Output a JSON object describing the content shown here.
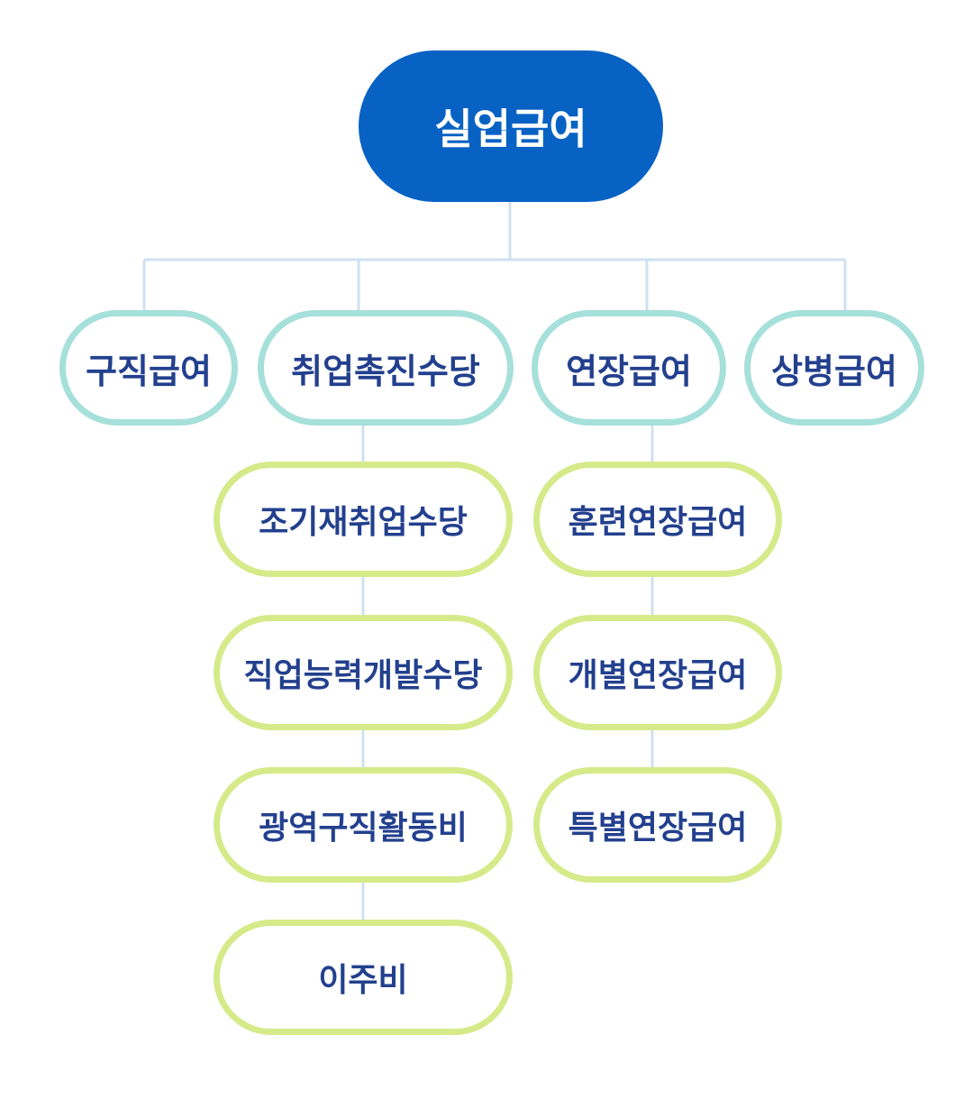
{
  "root": {
    "label": "실업급여"
  },
  "level1": [
    {
      "label": "구직급여"
    },
    {
      "label": "취업촉진수당"
    },
    {
      "label": "연장급여"
    },
    {
      "label": "상병급여"
    }
  ],
  "job_promotion_children": [
    {
      "label": "조기재취업수당"
    },
    {
      "label": "직업능력개발수당"
    },
    {
      "label": "광역구직활동비"
    },
    {
      "label": "이주비"
    }
  ],
  "extension_children": [
    {
      "label": "훈련연장급여"
    },
    {
      "label": "개별연장급여"
    },
    {
      "label": "특별연장급여"
    }
  ],
  "colors": {
    "root_fill": "#0862c4",
    "level1_border": "#a6e0da",
    "level2_border": "#d6ea8a",
    "connector": "#cfe0f0",
    "text": "#23408e"
  }
}
